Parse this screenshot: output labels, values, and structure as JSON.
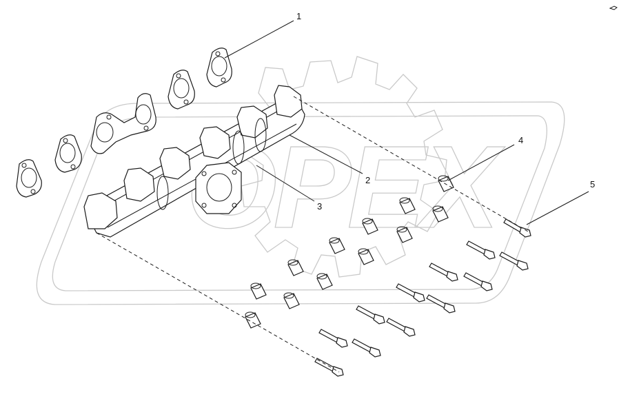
{
  "diagram": {
    "callouts": [
      {
        "id": "1",
        "label": "1"
      },
      {
        "id": "2",
        "label": "2"
      },
      {
        "id": "3",
        "label": "3"
      },
      {
        "id": "4",
        "label": "4"
      },
      {
        "id": "5",
        "label": "5"
      }
    ],
    "watermark_text": "OPEX",
    "colors": {
      "line": "#1a1a1a",
      "watermark": "#c9c9c9",
      "background": "#ffffff"
    }
  }
}
